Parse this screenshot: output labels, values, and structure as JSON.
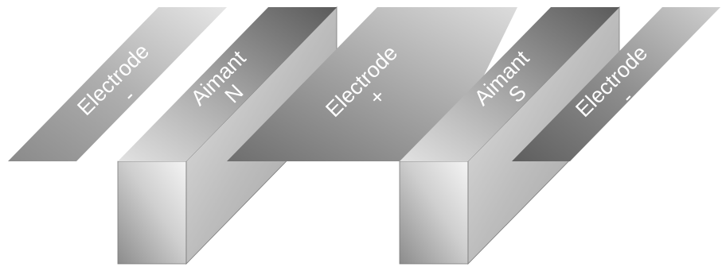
{
  "diagram": {
    "elements": [
      {
        "kind": "electrode",
        "line1": "Electrode",
        "line2": "-"
      },
      {
        "kind": "magnet",
        "line1": "Aimant",
        "line2": "N"
      },
      {
        "kind": "electrode",
        "line1": "Electrode",
        "line2": "+"
      },
      {
        "kind": "magnet",
        "line1": "Aimant",
        "line2": "S"
      },
      {
        "kind": "electrode",
        "line1": "Electrode",
        "line2": "-"
      }
    ]
  }
}
